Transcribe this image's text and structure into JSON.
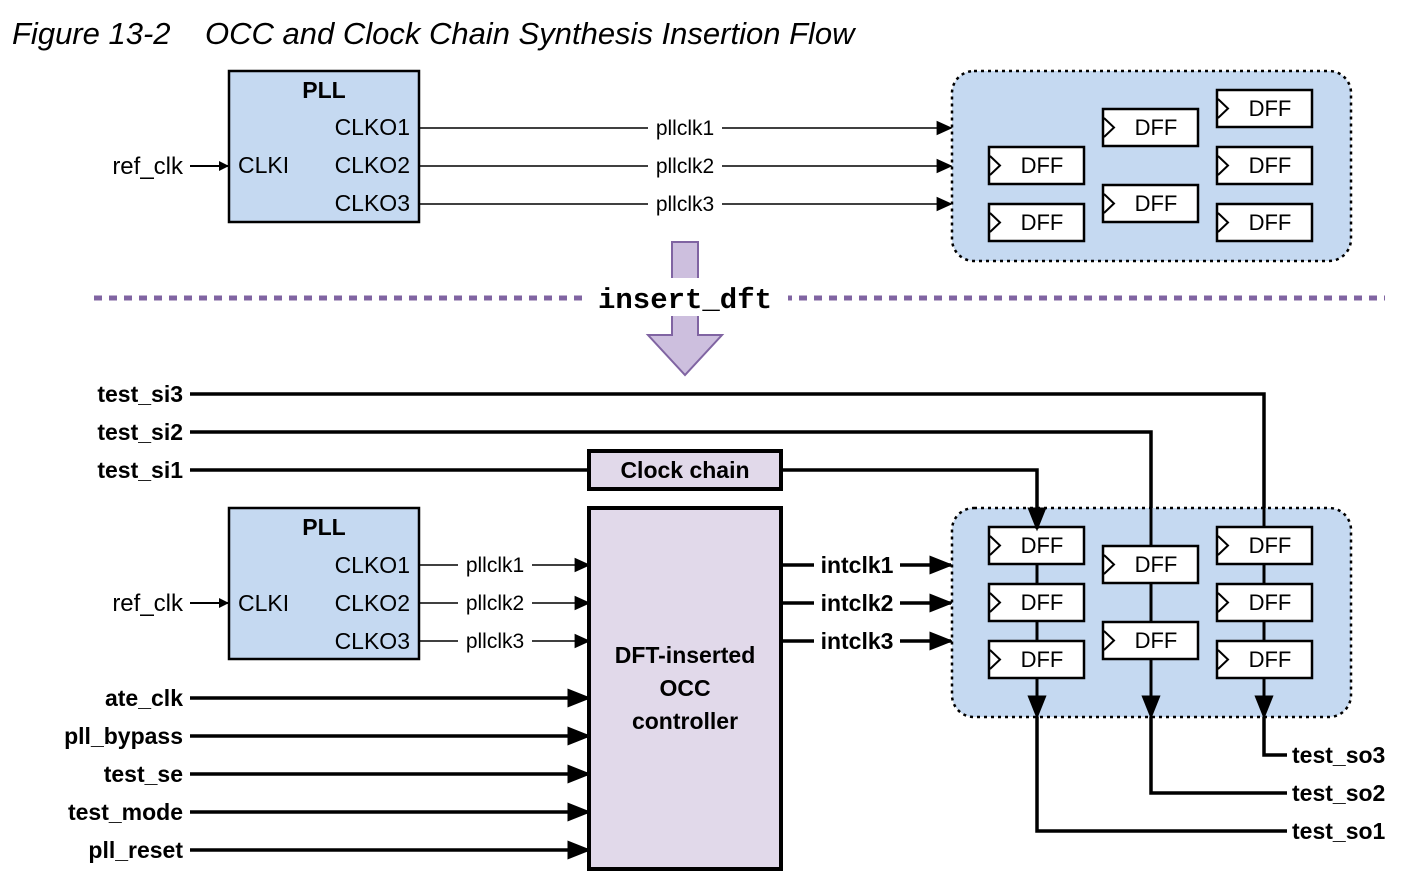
{
  "figure_title": "Figure 13-2    OCC and Clock Chain Synthesis Insertion Flow",
  "pll": {
    "title": "PLL",
    "input_pin": "CLKI",
    "output_pins": [
      "CLKO1",
      "CLKO2",
      "CLKO3"
    ]
  },
  "ref_clk": "ref_clk",
  "pll_clocks": [
    "pllclk1",
    "pllclk2",
    "pllclk3"
  ],
  "dff_label": "DFF",
  "insert_command": "insert_dft",
  "scan_inputs": [
    "test_si3",
    "test_si2",
    "test_si1"
  ],
  "clock_chain": "Clock chain",
  "occ_controller": [
    "DFT-inserted",
    "OCC",
    "controller"
  ],
  "int_clocks": [
    "intclk1",
    "intclk2",
    "intclk3"
  ],
  "control_inputs": [
    "ate_clk",
    "pll_bypass",
    "test_se",
    "test_mode",
    "pll_reset"
  ],
  "scan_outputs": [
    "test_so3",
    "test_so2",
    "test_so1"
  ],
  "colors": {
    "block_fill": "#c5d9f1",
    "occ_fill": "#e1d9ea",
    "arrow_fill": "#cdbfde",
    "arrow_stroke": "#8064a2",
    "dashed_divider": "#8064a2"
  }
}
